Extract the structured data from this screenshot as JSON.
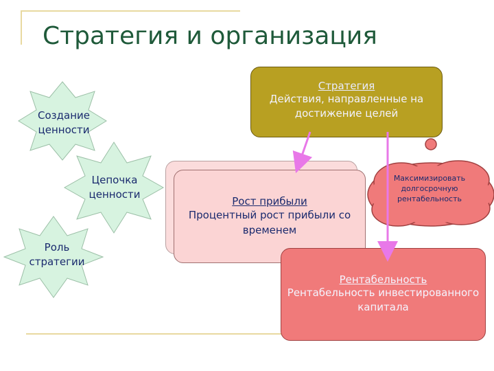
{
  "title": "Стратегия и организация",
  "stars": [
    {
      "text": "Создание ценности"
    },
    {
      "text": "Цепочка ценности"
    },
    {
      "text": "Роль стратегии"
    }
  ],
  "strategy": {
    "title": "Стратегия",
    "text": "Действия, направленные на достижение целей"
  },
  "growth": {
    "title": "Рост прибыли",
    "text": "Процентный рост прибыли со временем"
  },
  "profitability": {
    "title": "Рентабельность",
    "text": "Рентабельность инвестированного капитала"
  },
  "cloud": {
    "text": "Максимизировать долгосрочную рентабельность"
  },
  "colors": {
    "title": "#1f5a3a",
    "star_fill": "#d7f3e0",
    "strategy_fill": "#b8a022",
    "growth_fill": "#fbd4d4",
    "profit_fill": "#f07a7a",
    "cloud_fill": "#f07a7a",
    "arrow": "#e878e8"
  }
}
